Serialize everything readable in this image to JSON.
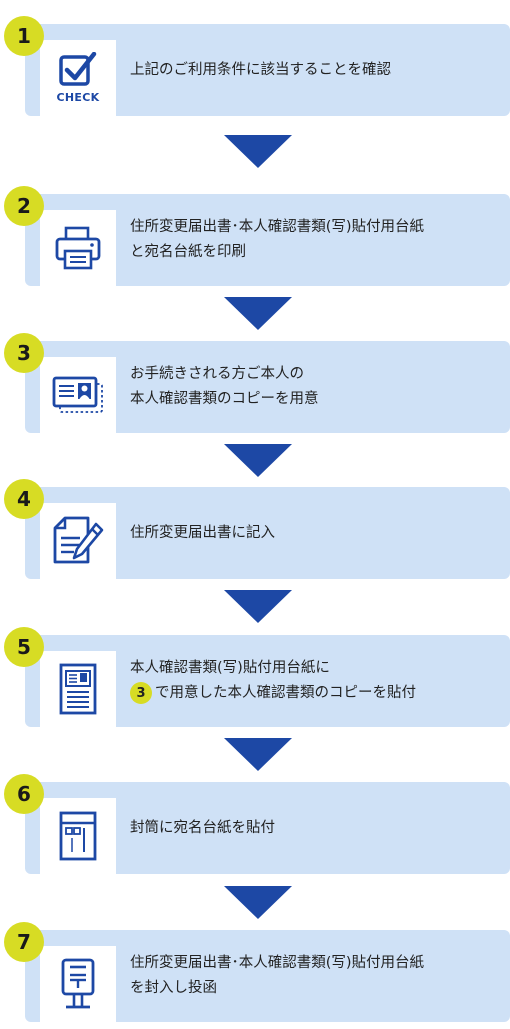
{
  "steps": [
    {
      "number": "1",
      "icon": "check-icon",
      "icon_text": "CHECK",
      "lines": [
        "上記のご利用条件に該当することを確認"
      ]
    },
    {
      "number": "2",
      "icon": "printer-icon",
      "lines": [
        "住所変更届出書･本人確認書類(写)貼付用台紙",
        "と宛名台紙を印刷"
      ]
    },
    {
      "number": "3",
      "icon": "id-card-icon",
      "lines": [
        "お手続きされる方ご本人の",
        "本人確認書類のコピーを用意"
      ]
    },
    {
      "number": "4",
      "icon": "form-pencil-icon",
      "lines": [
        "住所変更届出書に記入"
      ]
    },
    {
      "number": "5",
      "icon": "id-document-icon",
      "lines": [
        "本人確認書類(写)貼付用台紙に"
      ],
      "ref_number": "3",
      "ref_text": "で用意した本人確認書類のコピーを貼付"
    },
    {
      "number": "6",
      "icon": "envelope-icon",
      "lines": [
        "封筒に宛名台紙を貼付"
      ]
    },
    {
      "number": "7",
      "icon": "mailbox-icon",
      "lines": [
        "住所変更届出書･本人確認書類(写)貼付用台紙",
        "を封入し投函"
      ]
    }
  ],
  "colors": {
    "accent": "#1d48a5",
    "badge": "#d7dc24",
    "box": "#cfe1f6"
  }
}
